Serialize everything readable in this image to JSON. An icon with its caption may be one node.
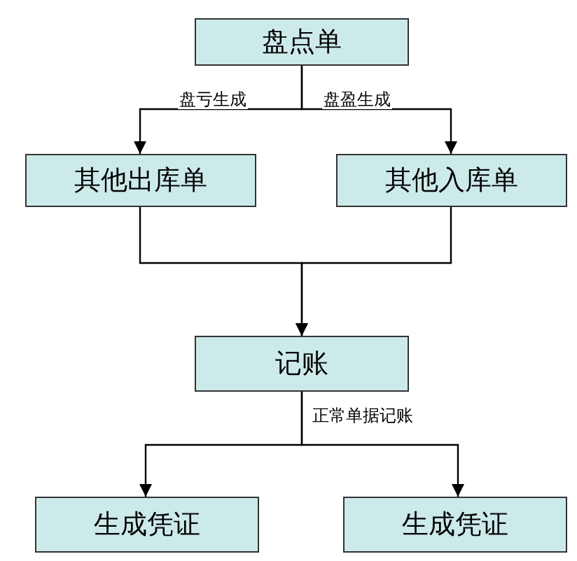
{
  "diagram": {
    "nodes": [
      {
        "text": [
          "盘点单"
        ]
      },
      {
        "text": [
          "其他出库单"
        ]
      },
      {
        "text": [
          "其他入库单"
        ]
      },
      {
        "text": [
          "记账"
        ]
      },
      {
        "text": [
          "生成凭证"
        ]
      },
      {
        "text": [
          "生成凭证"
        ]
      }
    ],
    "edges": [
      {
        "from": 0,
        "to": 1,
        "arrow": "to",
        "label": "盘亏生成"
      },
      {
        "from": 0,
        "to": 2,
        "arrow": "to",
        "label": "盘盈生成"
      },
      {
        "from": 1,
        "to": 3,
        "arrow": "to"
      },
      {
        "from": 2,
        "to": 3,
        "arrow": "to"
      },
      {
        "from": 3,
        "to": 4,
        "arrow": "to",
        "label": "正常单据记账"
      },
      {
        "from": 3,
        "to": 5,
        "arrow": "to"
      }
    ]
  }
}
